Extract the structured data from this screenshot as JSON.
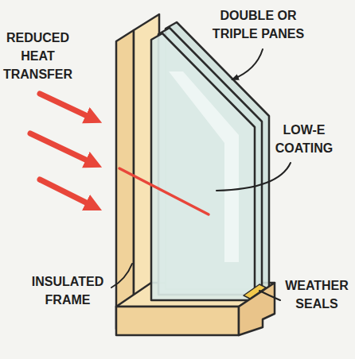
{
  "diagram": {
    "labels": [
      "REDUCED HEAT TRANSFER",
      "DOUBLE OR TRIPLE PANES",
      "LOW-E COATING",
      "INSULATED FRAME",
      "WEATHER SEALS"
    ]
  }
}
